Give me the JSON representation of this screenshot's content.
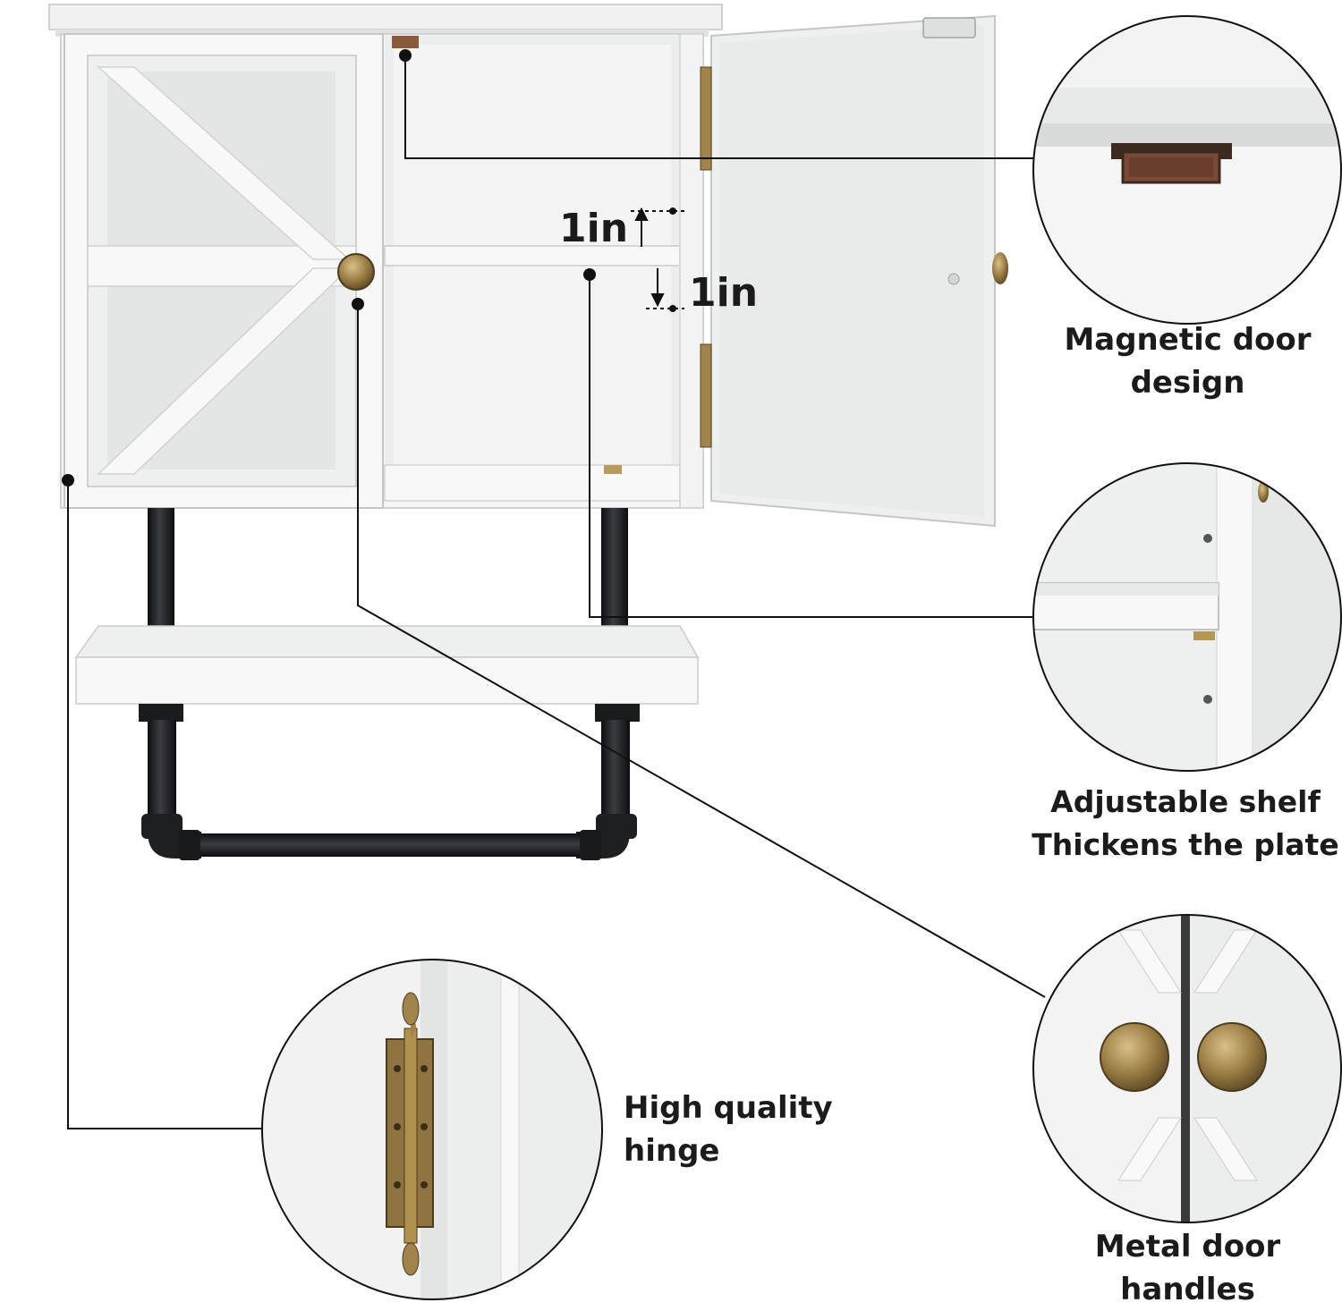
{
  "dimensions": {
    "gap_above": "1in",
    "gap_below": "1in"
  },
  "callouts": {
    "magnetic": {
      "line1": "Magnetic door",
      "line2": "design",
      "icon": "magnet-catch-icon"
    },
    "shelf": {
      "line1": "Adjustable shelf",
      "line2": "Thickens the plate",
      "icon": "shelf-pin-icon"
    },
    "hinge": {
      "line1": "High quality",
      "line2": "hinge",
      "icon": "hinge-icon"
    },
    "handles": {
      "line1": "Metal door",
      "line2": "handles",
      "icon": "knob-icon"
    }
  },
  "colors": {
    "cabinet": "#f4f5f4",
    "frame": "#e4e6e5",
    "pipe": "#1d1f21",
    "brass": "#9c7f45",
    "leader": "#111111"
  }
}
